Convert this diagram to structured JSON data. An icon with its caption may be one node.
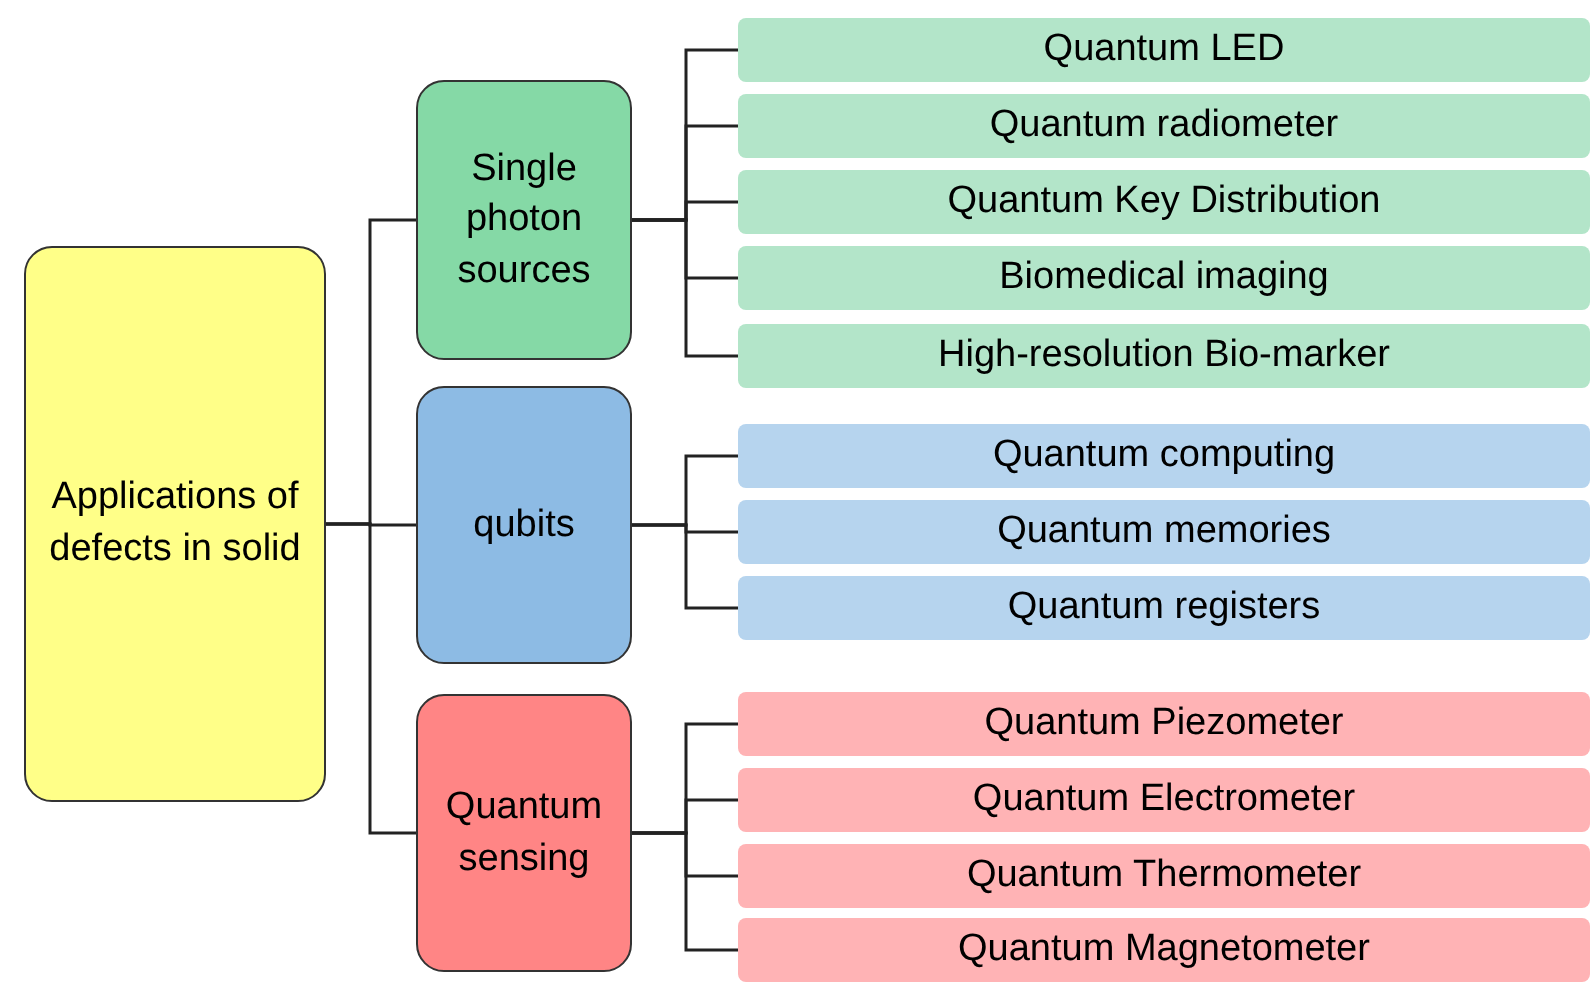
{
  "diagram": {
    "nodes": [
      {
        "text": [
          "Applications of defects in solid"
        ]
      },
      {
        "text": [
          "Single photon sources"
        ]
      },
      {
        "text": [
          "Quantum LED"
        ]
      },
      {
        "text": [
          "Quantum radiometer"
        ]
      },
      {
        "text": [
          "Quantum Key Distribution"
        ]
      },
      {
        "text": [
          "Biomedical imaging"
        ]
      },
      {
        "text": [
          "High-resolution Bio-marker"
        ]
      },
      {
        "text": [
          "qubits"
        ]
      },
      {
        "text": [
          "Quantum computing"
        ]
      },
      {
        "text": [
          "Quantum memories"
        ]
      },
      {
        "text": [
          "Quantum registers"
        ]
      },
      {
        "text": [
          "Quantum sensing"
        ]
      },
      {
        "text": [
          "Quantum Piezometer"
        ]
      },
      {
        "text": [
          "Quantum Electrometer"
        ]
      },
      {
        "text": [
          "Quantum Thermometer"
        ]
      },
      {
        "text": [
          "Quantum Magnetometer"
        ]
      }
    ],
    "edges": [
      {
        "from": 0,
        "to": 1,
        "arrow": "none"
      },
      {
        "from": 0,
        "to": 7,
        "arrow": "none"
      },
      {
        "from": 0,
        "to": 11,
        "arrow": "none"
      },
      {
        "from": 1,
        "to": 2,
        "arrow": "none"
      },
      {
        "from": 1,
        "to": 3,
        "arrow": "none"
      },
      {
        "from": 1,
        "to": 4,
        "arrow": "none"
      },
      {
        "from": 1,
        "to": 5,
        "arrow": "none"
      },
      {
        "from": 1,
        "to": 6,
        "arrow": "none"
      },
      {
        "from": 7,
        "to": 8,
        "arrow": "none"
      },
      {
        "from": 7,
        "to": 9,
        "arrow": "none"
      },
      {
        "from": 7,
        "to": 10,
        "arrow": "none"
      },
      {
        "from": 11,
        "to": 12,
        "arrow": "none"
      },
      {
        "from": 11,
        "to": 13,
        "arrow": "none"
      },
      {
        "from": 11,
        "to": 14,
        "arrow": "none"
      },
      {
        "from": 11,
        "to": 15,
        "arrow": "none"
      }
    ]
  }
}
